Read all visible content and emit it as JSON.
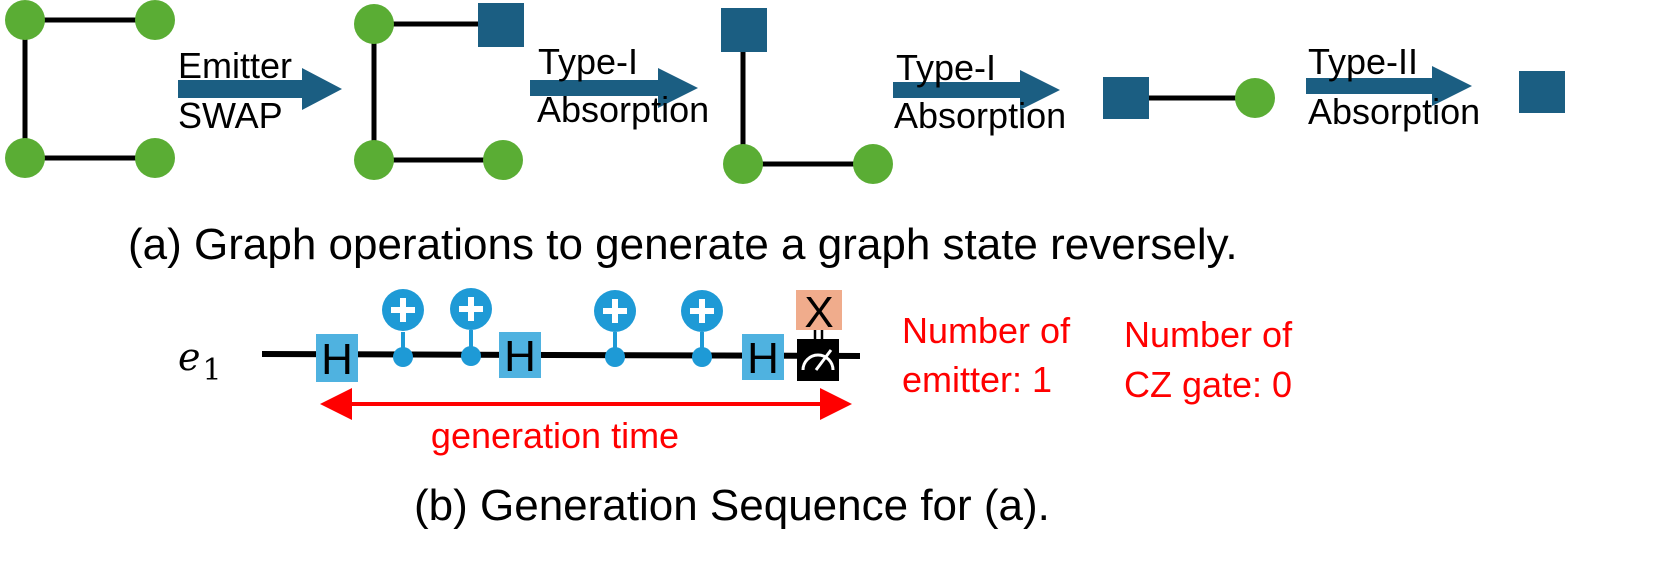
{
  "colors": {
    "photon": "#5aad34",
    "emitter": "#1b5e82",
    "arrow": "#1b5e82",
    "hadamard": "#4fb2e0",
    "cnot": "#1e9ad6",
    "x_box": "#f0ac8c",
    "measure": "#000000",
    "annotation": "#ff0000",
    "edge": "#000000"
  },
  "panel_a": {
    "operations": [
      {
        "line1": "Emitter",
        "line2": "SWAP"
      },
      {
        "line1": "Type-I",
        "line2": "Absorption"
      },
      {
        "line1": "Type-I",
        "line2": "Absorption"
      },
      {
        "line1": "Type-II",
        "line2": "Absorption"
      }
    ],
    "caption": "(a) Graph operations to generate a graph state reversely."
  },
  "panel_b": {
    "qubit_label": "e",
    "qubit_subscript": "1",
    "gate_sequence": [
      "H",
      "CNOT",
      "CNOT",
      "H",
      "CNOT",
      "CNOT",
      "H",
      "MEASURE"
    ],
    "hadamard_label": "H",
    "x_label": "X",
    "generation_time_label": "generation time",
    "stats": [
      {
        "line1": "Number of",
        "line2": "emitter: 1"
      },
      {
        "line1": "Number of",
        "line2": "CZ gate: 0"
      }
    ],
    "caption": "(b) Generation Sequence for (a)."
  }
}
